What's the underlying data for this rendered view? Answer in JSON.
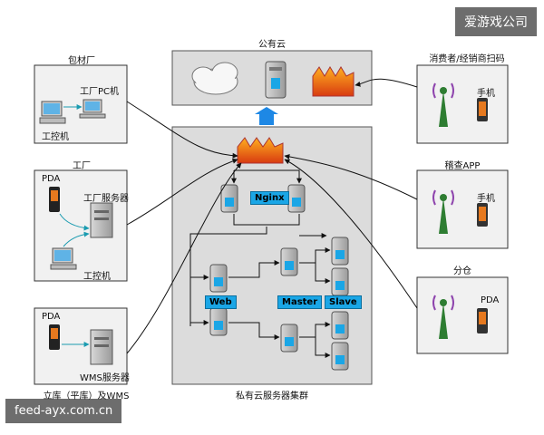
{
  "watermarks": {
    "top": "爱游戏公司",
    "bottom": "feed-ayx.com.cn"
  },
  "sites": {
    "packaging": {
      "title": "包材厂",
      "pc": "工厂PC机",
      "ipc": "工控机"
    },
    "factory": {
      "title": "工厂",
      "pda": "PDA",
      "server": "工厂服务器",
      "ipc": "工控机"
    },
    "warehouse": {
      "title": "立库（平库）及WMS",
      "pda": "PDA",
      "server": "WMS服务器"
    },
    "consumer": {
      "title": "消费者/经销商扫码",
      "phone": "手机"
    },
    "inspect": {
      "title": "稽查APP",
      "phone": "手机"
    },
    "branch": {
      "title": "分仓",
      "pda": "PDA"
    }
  },
  "public_cloud": {
    "title": "公有云"
  },
  "private_cluster": {
    "title": "私有云服务器集群",
    "nginx": "Nginx",
    "web": "Web",
    "master": "Master",
    "slave": "Slave"
  },
  "colors": {
    "accent": "#1aa6e6",
    "arrow_up": "#1e88e5",
    "firewall": "#e8571a",
    "tower": "#2e7d32"
  }
}
